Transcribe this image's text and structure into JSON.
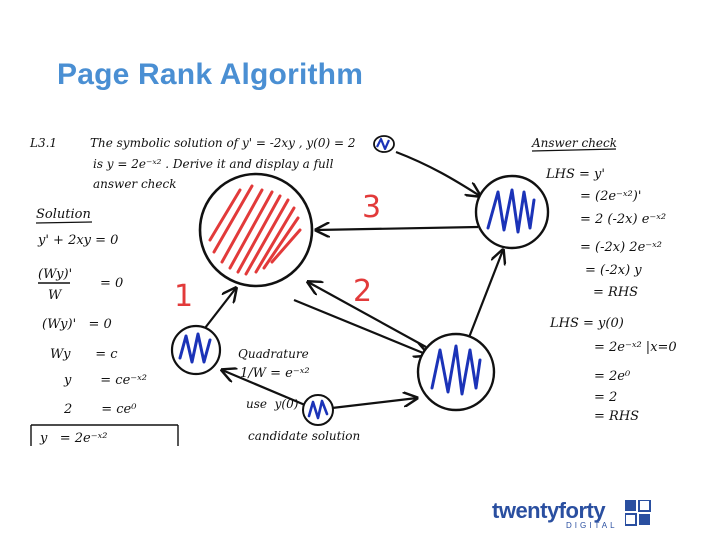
{
  "slide": {
    "title": "Page Rank Algorithm"
  },
  "problem": {
    "label": "L3.1",
    "line1": "The symbolic solution of  y' = -2xy , y(0) = 2",
    "line2": "is  y = 2e⁻ˣ² .  Derive it and display a full",
    "line3": "answer check"
  },
  "solution": {
    "heading": "Solution",
    "steps": [
      "y' + 2xy = 0",
      "(Wy)'",
      "W",
      "= 0",
      "(Wy)'   = 0",
      "Wy      = c",
      "y       = ce⁻ˣ²",
      "2       = ce⁰",
      "y   = 2e⁻ˣ²"
    ]
  },
  "answer_check": {
    "heading": "Answer check",
    "lhs1": [
      "LHS = y'",
      "= (2e⁻ˣ²)'",
      "= 2 (-2x) e⁻ˣ²",
      "= (-2x) 2e⁻ˣ²",
      "= (-2x) y",
      "= RHS"
    ],
    "lhs2": [
      "LHS = y(0)",
      "= 2e⁻ˣ² |x=0",
      "= 2e⁰",
      "= 2",
      "= RHS"
    ]
  },
  "diagram": {
    "edge_labels": [
      "1",
      "2",
      "3"
    ],
    "annotations": {
      "quadrature": "Quadrature",
      "w_def": "1/W = e⁻ˣ²",
      "use": "use  y(0)",
      "candidate": "candidate solution"
    },
    "colors": {
      "red_node": "#e23a3a",
      "blue_node": "#1b33b8",
      "edge": "#111111"
    }
  },
  "logo": {
    "word": "twentyforty",
    "sub": "DIGITAL",
    "color": "#2a4fa0"
  }
}
